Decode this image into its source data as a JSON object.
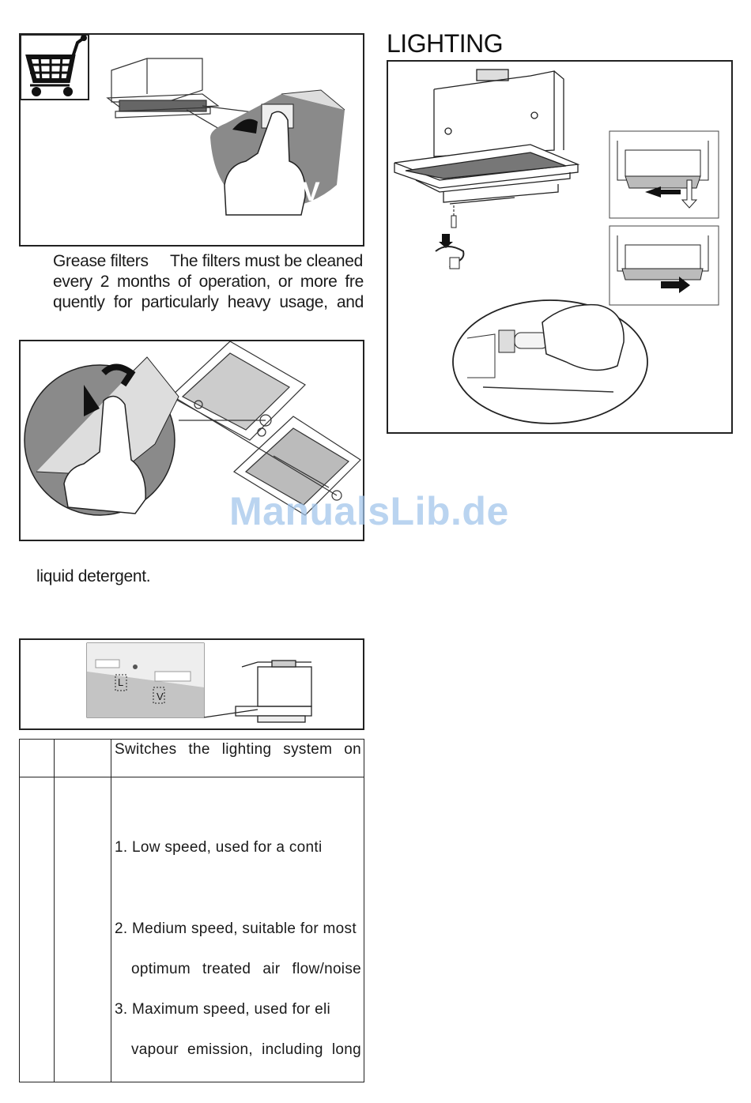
{
  "left_column": {
    "grease_paragraph": [
      "Grease filters     The filters must be cleaned",
      "every 2 months of operation, or more fre",
      "quently for particularly heavy usage, and"
    ],
    "detergent_line": "liquid detergent."
  },
  "controls_table": {
    "row1_text": "Switches  the  lighting  system  on",
    "row2_lines": [
      "1. Low  speed,  used  for  a  conti",
      "2. Medium speed, suitable for most",
      "optimum  treated  air  flow/noise",
      "3. Maximum  speed,  used  for  eli",
      "vapour emission, including long"
    ]
  },
  "panel_labels": {
    "lighting_key": "L",
    "speed_key": "V"
  },
  "right_column": {
    "heading": "LIGHTING"
  },
  "watermark": "ManualsLib.de"
}
